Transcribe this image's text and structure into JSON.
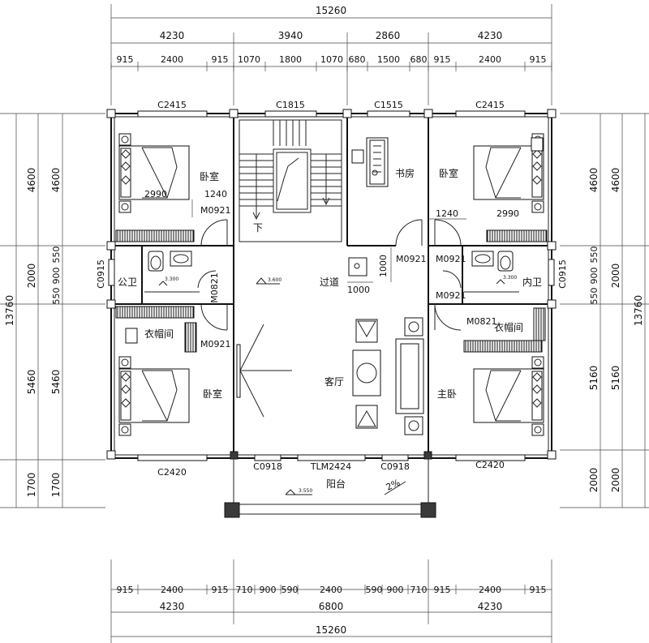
{
  "dimensions": {
    "top": {
      "total": "15260",
      "mid": [
        "4230",
        "3940",
        "2860",
        "4230"
      ],
      "detail": [
        "915",
        "2400",
        "915",
        "1070",
        "1800",
        "1070",
        "680",
        "1500",
        "680",
        "915",
        "2400",
        "915"
      ]
    },
    "bottom": {
      "total": "15260",
      "mid": [
        "4230",
        "6800",
        "4230"
      ],
      "detail": [
        "915",
        "2400",
        "915",
        "710",
        "900",
        "590",
        "2400",
        "590",
        "900",
        "710",
        "915",
        "2400",
        "915"
      ]
    },
    "left": {
      "total": "13760",
      "mid": [
        "4600",
        "2000",
        "5460",
        "1700"
      ],
      "detail": [
        "4600",
        "550",
        "900",
        "550",
        "5460",
        "1700"
      ]
    },
    "right": {
      "total": "13760",
      "mid": [
        "4600",
        "2000",
        "5160",
        "2000"
      ],
      "detail": [
        "4600",
        "550",
        "900",
        "550",
        "5160",
        "2000"
      ]
    }
  },
  "windows": {
    "top_left": "C2415",
    "top_stair": "C1815",
    "top_study": "C1515",
    "top_right": "C2415",
    "bottom_left": "C2420",
    "bottom_right": "C2420",
    "balcony_left": "C0918",
    "balcony_mid": "TLM2424",
    "balcony_right": "C0918",
    "left_bath": "C0915",
    "right_bath": "C0915"
  },
  "doors": {
    "d1": "M0921",
    "d2": "M0821",
    "d3": "M0921",
    "d4": "M0921",
    "d5": "M0921",
    "d6": "M0921",
    "d7": "M0821"
  },
  "rooms": {
    "bedroom_nw": "卧室",
    "stair_down": "下",
    "study": "书房",
    "bedroom_ne": "卧室",
    "public_bath": "公卫",
    "corridor": "过道",
    "private_bath": "内卫",
    "cloakroom_w": "衣帽间",
    "cloakroom_e": "衣帽间",
    "bedroom_sw": "卧室",
    "living": "客厅",
    "master": "主卧",
    "balcony": "阳台"
  },
  "annotations": {
    "bed_nw_dim": "2990",
    "bed_nw_dim2": "1240",
    "bed_ne_dim": "2990",
    "bed_ne_dim2": "1240",
    "study_depth": "1000",
    "study_width": "1000",
    "elev_corridor": "3.600",
    "elev_pub_bath": "3.300",
    "elev_priv_bath": "3.300",
    "elev_balcony": "3.550",
    "slope": "2%"
  }
}
